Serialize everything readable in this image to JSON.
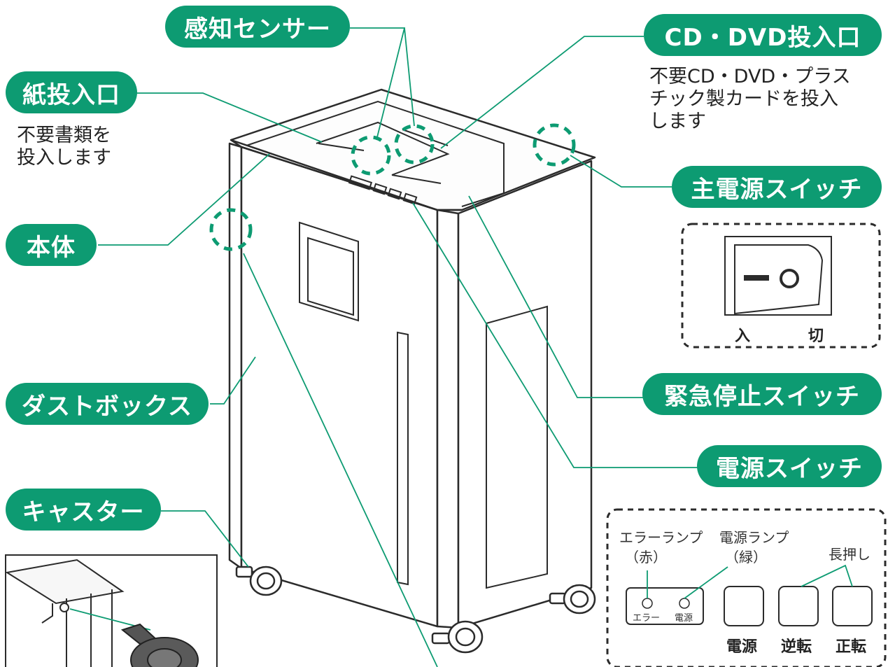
{
  "labels": {
    "sensor": "感知センサー",
    "cd_slot": "CD・DVD投入口",
    "paper_slot": "紙投入口",
    "main_switch": "主電源スイッチ",
    "body": "本体",
    "emergency": "緊急停止スイッチ",
    "dust_box": "ダストボックス",
    "power_switch": "電源スイッチ",
    "caster": "キャスター"
  },
  "descriptions": {
    "cd_line1": "不要CD・DVD・プラス",
    "cd_line2": "チック製カードを投入",
    "cd_line3": "します",
    "paper_line1": "不要書類を",
    "paper_line2": "投入します"
  },
  "switch_inset": {
    "on_label": "入",
    "off_label": "切"
  },
  "panel_inset": {
    "error_lamp": "エラーランプ",
    "error_color": "（赤）",
    "power_lamp": "電源ランプ",
    "power_color": "（緑）",
    "long_press": "長押し",
    "lamp_error_text": "エラー",
    "lamp_power_text": "電源",
    "btn_power": "電源",
    "btn_reverse": "逆転",
    "btn_forward": "正転"
  },
  "colors": {
    "accent": "#0d9b72",
    "outline": "#2b2b2b"
  }
}
